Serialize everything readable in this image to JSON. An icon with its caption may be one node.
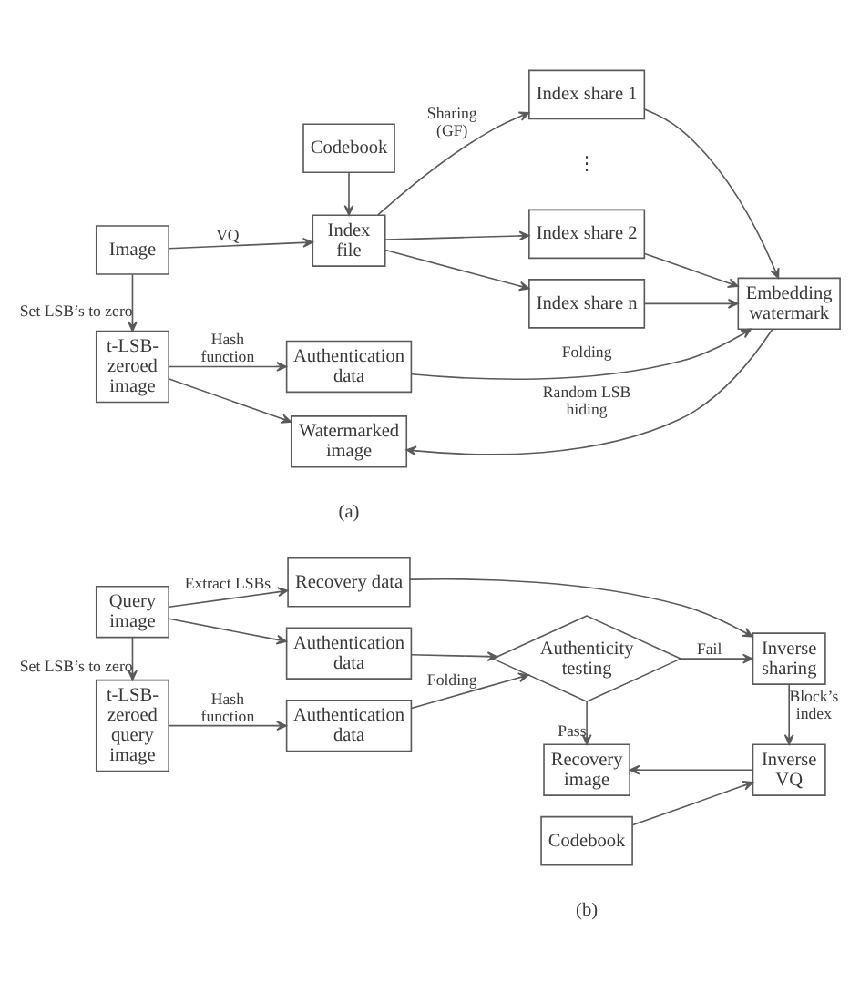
{
  "diagram": {
    "nodes": [
      {
        "text": [
          "Codebook"
        ]
      },
      {
        "text": [
          "Image"
        ]
      },
      {
        "text": [
          "Index file"
        ]
      },
      {
        "text": [
          "Index share 1"
        ]
      },
      {
        "text": [
          "Index share 2"
        ]
      },
      {
        "text": [
          "Index share n"
        ]
      },
      {
        "text": [
          "t-LSB-zeroed image"
        ]
      },
      {
        "text": [
          "Authentication data"
        ]
      },
      {
        "text": [
          "Embedding watermark"
        ]
      },
      {
        "text": [
          "Watermarked image"
        ]
      },
      {
        "text": [
          "Query image"
        ]
      },
      {
        "text": [
          "Recovery data"
        ]
      },
      {
        "text": [
          "Authentication data"
        ]
      },
      {
        "text": [
          "t-LSB-zeroed query image"
        ]
      },
      {
        "text": [
          "Authentication data"
        ]
      },
      {
        "text": [
          "Authenticity testing"
        ]
      },
      {
        "text": [
          "Inverse sharing"
        ]
      },
      {
        "text": [
          "Recovery image"
        ]
      },
      {
        "text": [
          "Inverse VQ"
        ]
      },
      {
        "text": [
          "Codebook"
        ]
      }
    ],
    "edges": [
      {
        "from": 0,
        "to": 2,
        "arrow": "to"
      },
      {
        "from": 1,
        "to": 2,
        "arrow": "to",
        "label": "VQ"
      },
      {
        "from": 2,
        "to": 3,
        "arrow": "to",
        "label": "Sharing (GF)"
      },
      {
        "from": 2,
        "to": 4,
        "arrow": "to"
      },
      {
        "from": 2,
        "to": 5,
        "arrow": "to"
      },
      {
        "from": 3,
        "to": 8,
        "arrow": "to"
      },
      {
        "from": 4,
        "to": 8,
        "arrow": "to"
      },
      {
        "from": 5,
        "to": 8,
        "arrow": "to"
      },
      {
        "from": 1,
        "to": 6,
        "arrow": "to",
        "label": "Set LSB’s to zero"
      },
      {
        "from": 6,
        "to": 7,
        "arrow": "to",
        "label": "Hash function"
      },
      {
        "from": 7,
        "to": 8,
        "arrow": "to",
        "label": "Folding"
      },
      {
        "from": 6,
        "to": 9,
        "arrow": "to"
      },
      {
        "from": 8,
        "to": 9,
        "arrow": "to",
        "label": "Random LSB hiding"
      },
      {
        "from": 10,
        "to": 11,
        "arrow": "to",
        "label": "Extract LSBs"
      },
      {
        "from": 10,
        "to": 12,
        "arrow": "to"
      },
      {
        "from": 10,
        "to": 13,
        "arrow": "to",
        "label": "Set LSB’s to zero"
      },
      {
        "from": 13,
        "to": 14,
        "arrow": "to",
        "label": "Hash function"
      },
      {
        "from": 14,
        "to": 15,
        "arrow": "to",
        "label": "Folding"
      },
      {
        "from": 12,
        "to": 15,
        "arrow": "to"
      },
      {
        "from": 11,
        "to": 16,
        "arrow": "to"
      },
      {
        "from": 15,
        "to": 16,
        "arrow": "to",
        "label": "Fail"
      },
      {
        "from": 15,
        "to": 17,
        "arrow": "to",
        "label": "Pass"
      },
      {
        "from": 16,
        "to": 18,
        "arrow": "to",
        "label": "Block’s index"
      },
      {
        "from": 19,
        "to": 18,
        "arrow": "to"
      },
      {
        "from": 18,
        "to": 17,
        "arrow": "to"
      }
    ],
    "labels": [
      "⋮",
      "(a)",
      "(b)"
    ]
  }
}
